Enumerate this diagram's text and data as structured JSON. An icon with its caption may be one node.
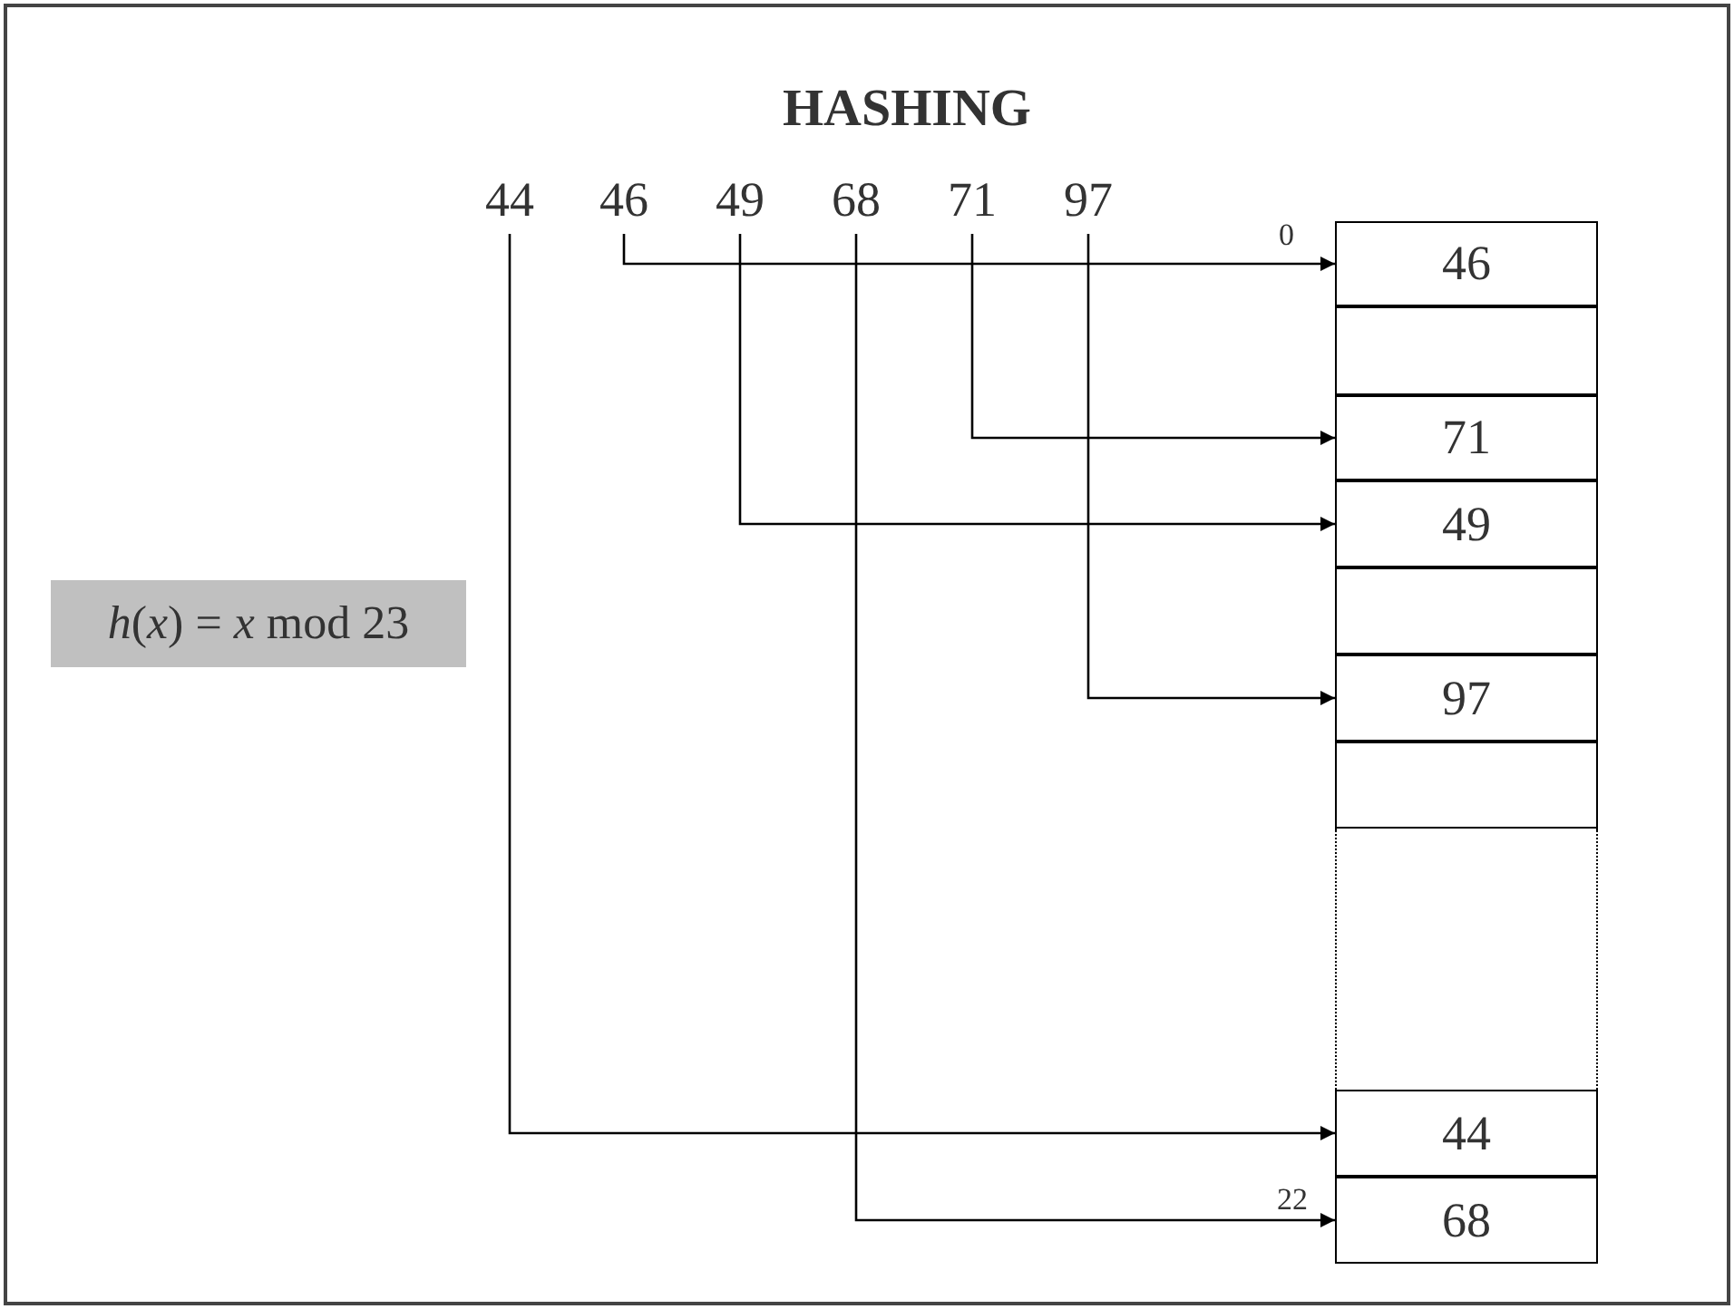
{
  "diagram": {
    "title": "HASHING",
    "nodes": [
      {
        "text": [
          "44"
        ]
      },
      {
        "text": [
          "46"
        ]
      },
      {
        "text": [
          "49"
        ]
      },
      {
        "text": [
          "68"
        ]
      },
      {
        "text": [
          "71"
        ]
      },
      {
        "text": [
          "97"
        ]
      },
      {
        "text": [
          "46"
        ],
        "beside": [
          "0"
        ]
      },
      {
        "text": [],
        "shape": "box"
      },
      {
        "text": [
          "71"
        ]
      },
      {
        "text": [
          "49"
        ]
      },
      {
        "text": [],
        "shape": "box"
      },
      {
        "text": [
          "97"
        ]
      },
      {
        "text": [],
        "shape": "box"
      },
      {
        "text": [],
        "shape": "box"
      },
      {
        "text": [
          "44"
        ]
      },
      {
        "text": [
          "68"
        ],
        "beside": [
          "22"
        ]
      }
    ],
    "edges": [
      {
        "from": 1,
        "to": 6,
        "arrow": "to"
      },
      {
        "from": 4,
        "to": 8,
        "arrow": "to"
      },
      {
        "from": 2,
        "to": 9,
        "arrow": "to"
      },
      {
        "from": 5,
        "to": 11,
        "arrow": "to"
      },
      {
        "from": 0,
        "to": 14,
        "arrow": "to"
      },
      {
        "from": 3,
        "to": 15,
        "arrow": "to"
      }
    ],
    "labels": [
      "*h*(*x*) = *x* mod 23"
    ]
  }
}
